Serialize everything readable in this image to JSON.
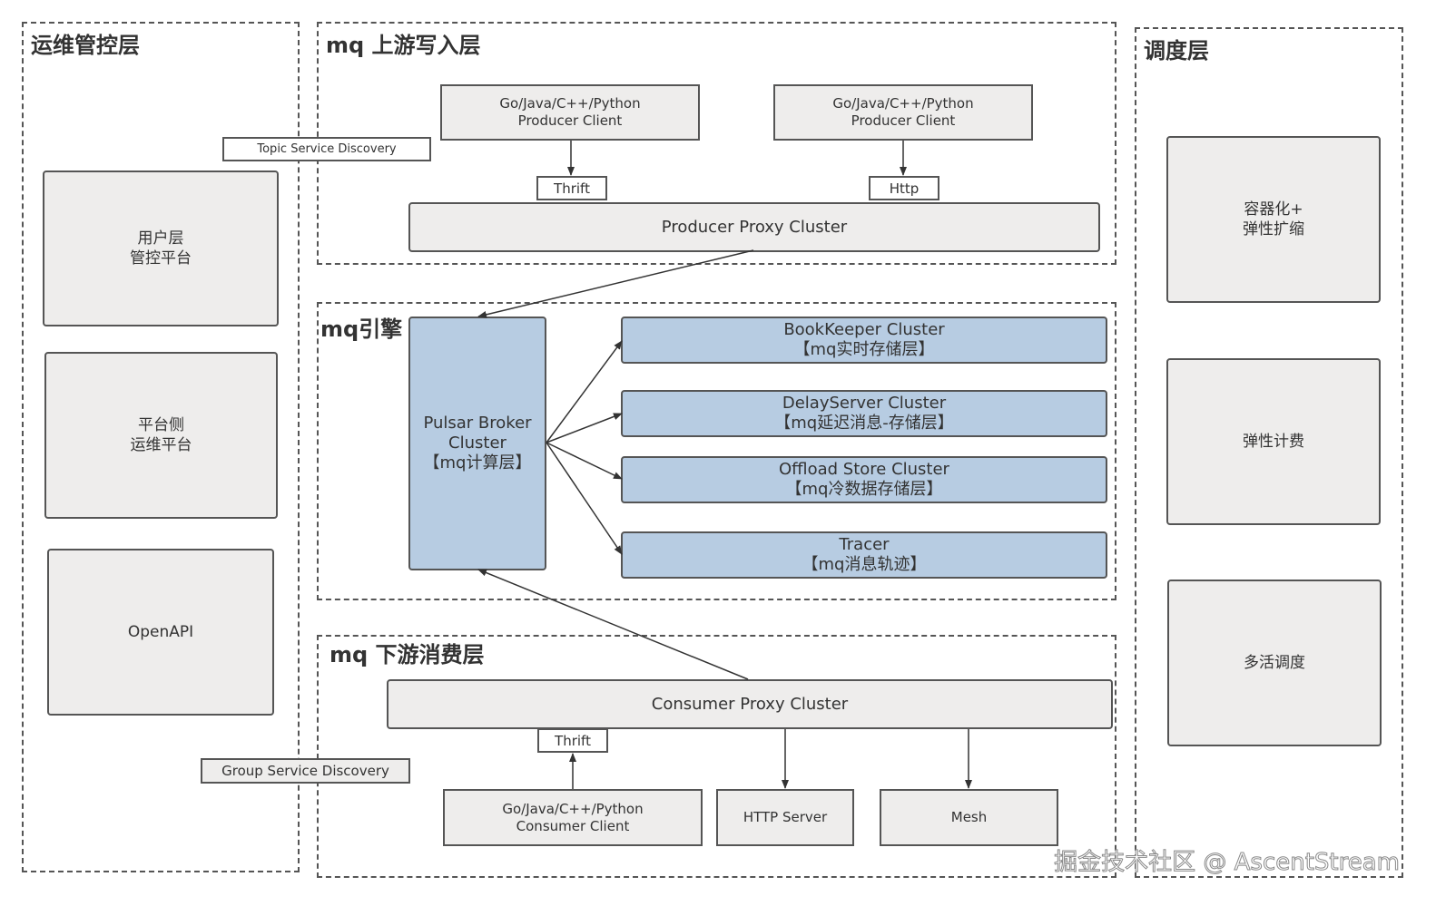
{
  "regions": {
    "ops": {
      "title": "运维管控层"
    },
    "upstream": {
      "title": "mq 上游写入层"
    },
    "engine": {
      "title": "mq引擎"
    },
    "downstream": {
      "title": "mq 下游消费层"
    },
    "scheduling": {
      "title": "调度层"
    }
  },
  "ops_nodes": [
    {
      "lines": [
        "用户层",
        "管控平台"
      ]
    },
    {
      "lines": [
        "平台侧",
        "运维平台"
      ]
    },
    {
      "lines": [
        "OpenAPI"
      ]
    }
  ],
  "discovery": {
    "topic": "Topic Service Discovery",
    "group": "Group Service Discovery"
  },
  "upstream": {
    "producer_clients": [
      {
        "lines": [
          "Go/Java/C++/Python",
          "Producer Client"
        ],
        "protocol": "Thrift"
      },
      {
        "lines": [
          "Go/Java/C++/Python",
          "Producer Client"
        ],
        "protocol": "Http"
      }
    ],
    "proxy": "Producer Proxy Cluster"
  },
  "engine": {
    "broker": {
      "lines": [
        "Pulsar Broker",
        "Cluster",
        "【mq计算层】"
      ]
    },
    "storage": [
      {
        "lines": [
          "BookKeeper Cluster",
          "【mq实时存储层】"
        ]
      },
      {
        "lines": [
          "DelayServer Cluster",
          "【mq延迟消息-存储层】"
        ]
      },
      {
        "lines": [
          "Offload Store Cluster",
          "【mq冷数据存储层】"
        ]
      },
      {
        "lines": [
          "Tracer",
          "【mq消息轨迹】"
        ]
      }
    ]
  },
  "downstream": {
    "proxy": "Consumer Proxy Cluster",
    "protocol": "Thrift",
    "consumer_client": {
      "lines": [
        "Go/Java/C++/Python",
        "Consumer Client"
      ]
    },
    "http_server": "HTTP Server",
    "mesh": "Mesh"
  },
  "scheduling_nodes": [
    {
      "lines": [
        "容器化+",
        "弹性扩缩"
      ]
    },
    {
      "lines": [
        "弹性计费"
      ]
    },
    {
      "lines": [
        "多活调度"
      ]
    }
  ],
  "watermark": "掘金技术社区 @ AscentStream",
  "colors": {
    "node_fill": "#eeedec",
    "engine_fill": "#b7cce2",
    "border": "#555555",
    "text": "#333333"
  }
}
